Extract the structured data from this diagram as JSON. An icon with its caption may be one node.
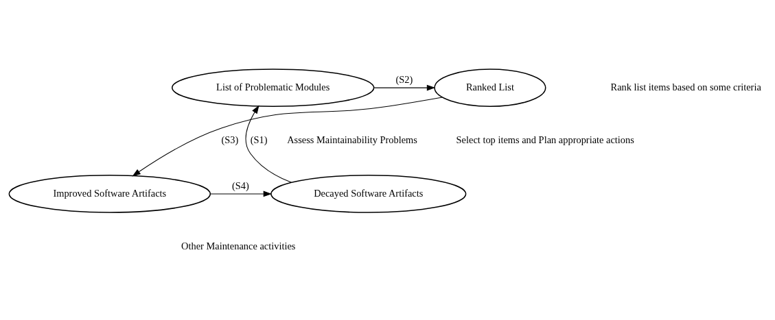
{
  "diagram": {
    "nodes": [
      {
        "text": [
          "List of Problematic Modules"
        ]
      },
      {
        "text": [
          "Ranked List"
        ]
      },
      {
        "text": [
          "Decayed Software Artifacts"
        ]
      },
      {
        "text": [
          "Improved Software Artifacts"
        ]
      }
    ],
    "edges": [
      {
        "from": 2,
        "to": 0,
        "arrow": "to",
        "label": "(S1)"
      },
      {
        "from": 0,
        "to": 1,
        "arrow": "to",
        "label": "(S2)"
      },
      {
        "from": 1,
        "to": 3,
        "arrow": "to",
        "label": "(S3)"
      },
      {
        "from": 3,
        "to": 2,
        "arrow": "to",
        "label": "(S4)"
      }
    ],
    "labels": [
      "Rank list items based on some criteria",
      "Select top items and Plan appropriate actions",
      "Assess Maintainability Problems",
      "Other Maintenance activities"
    ]
  }
}
